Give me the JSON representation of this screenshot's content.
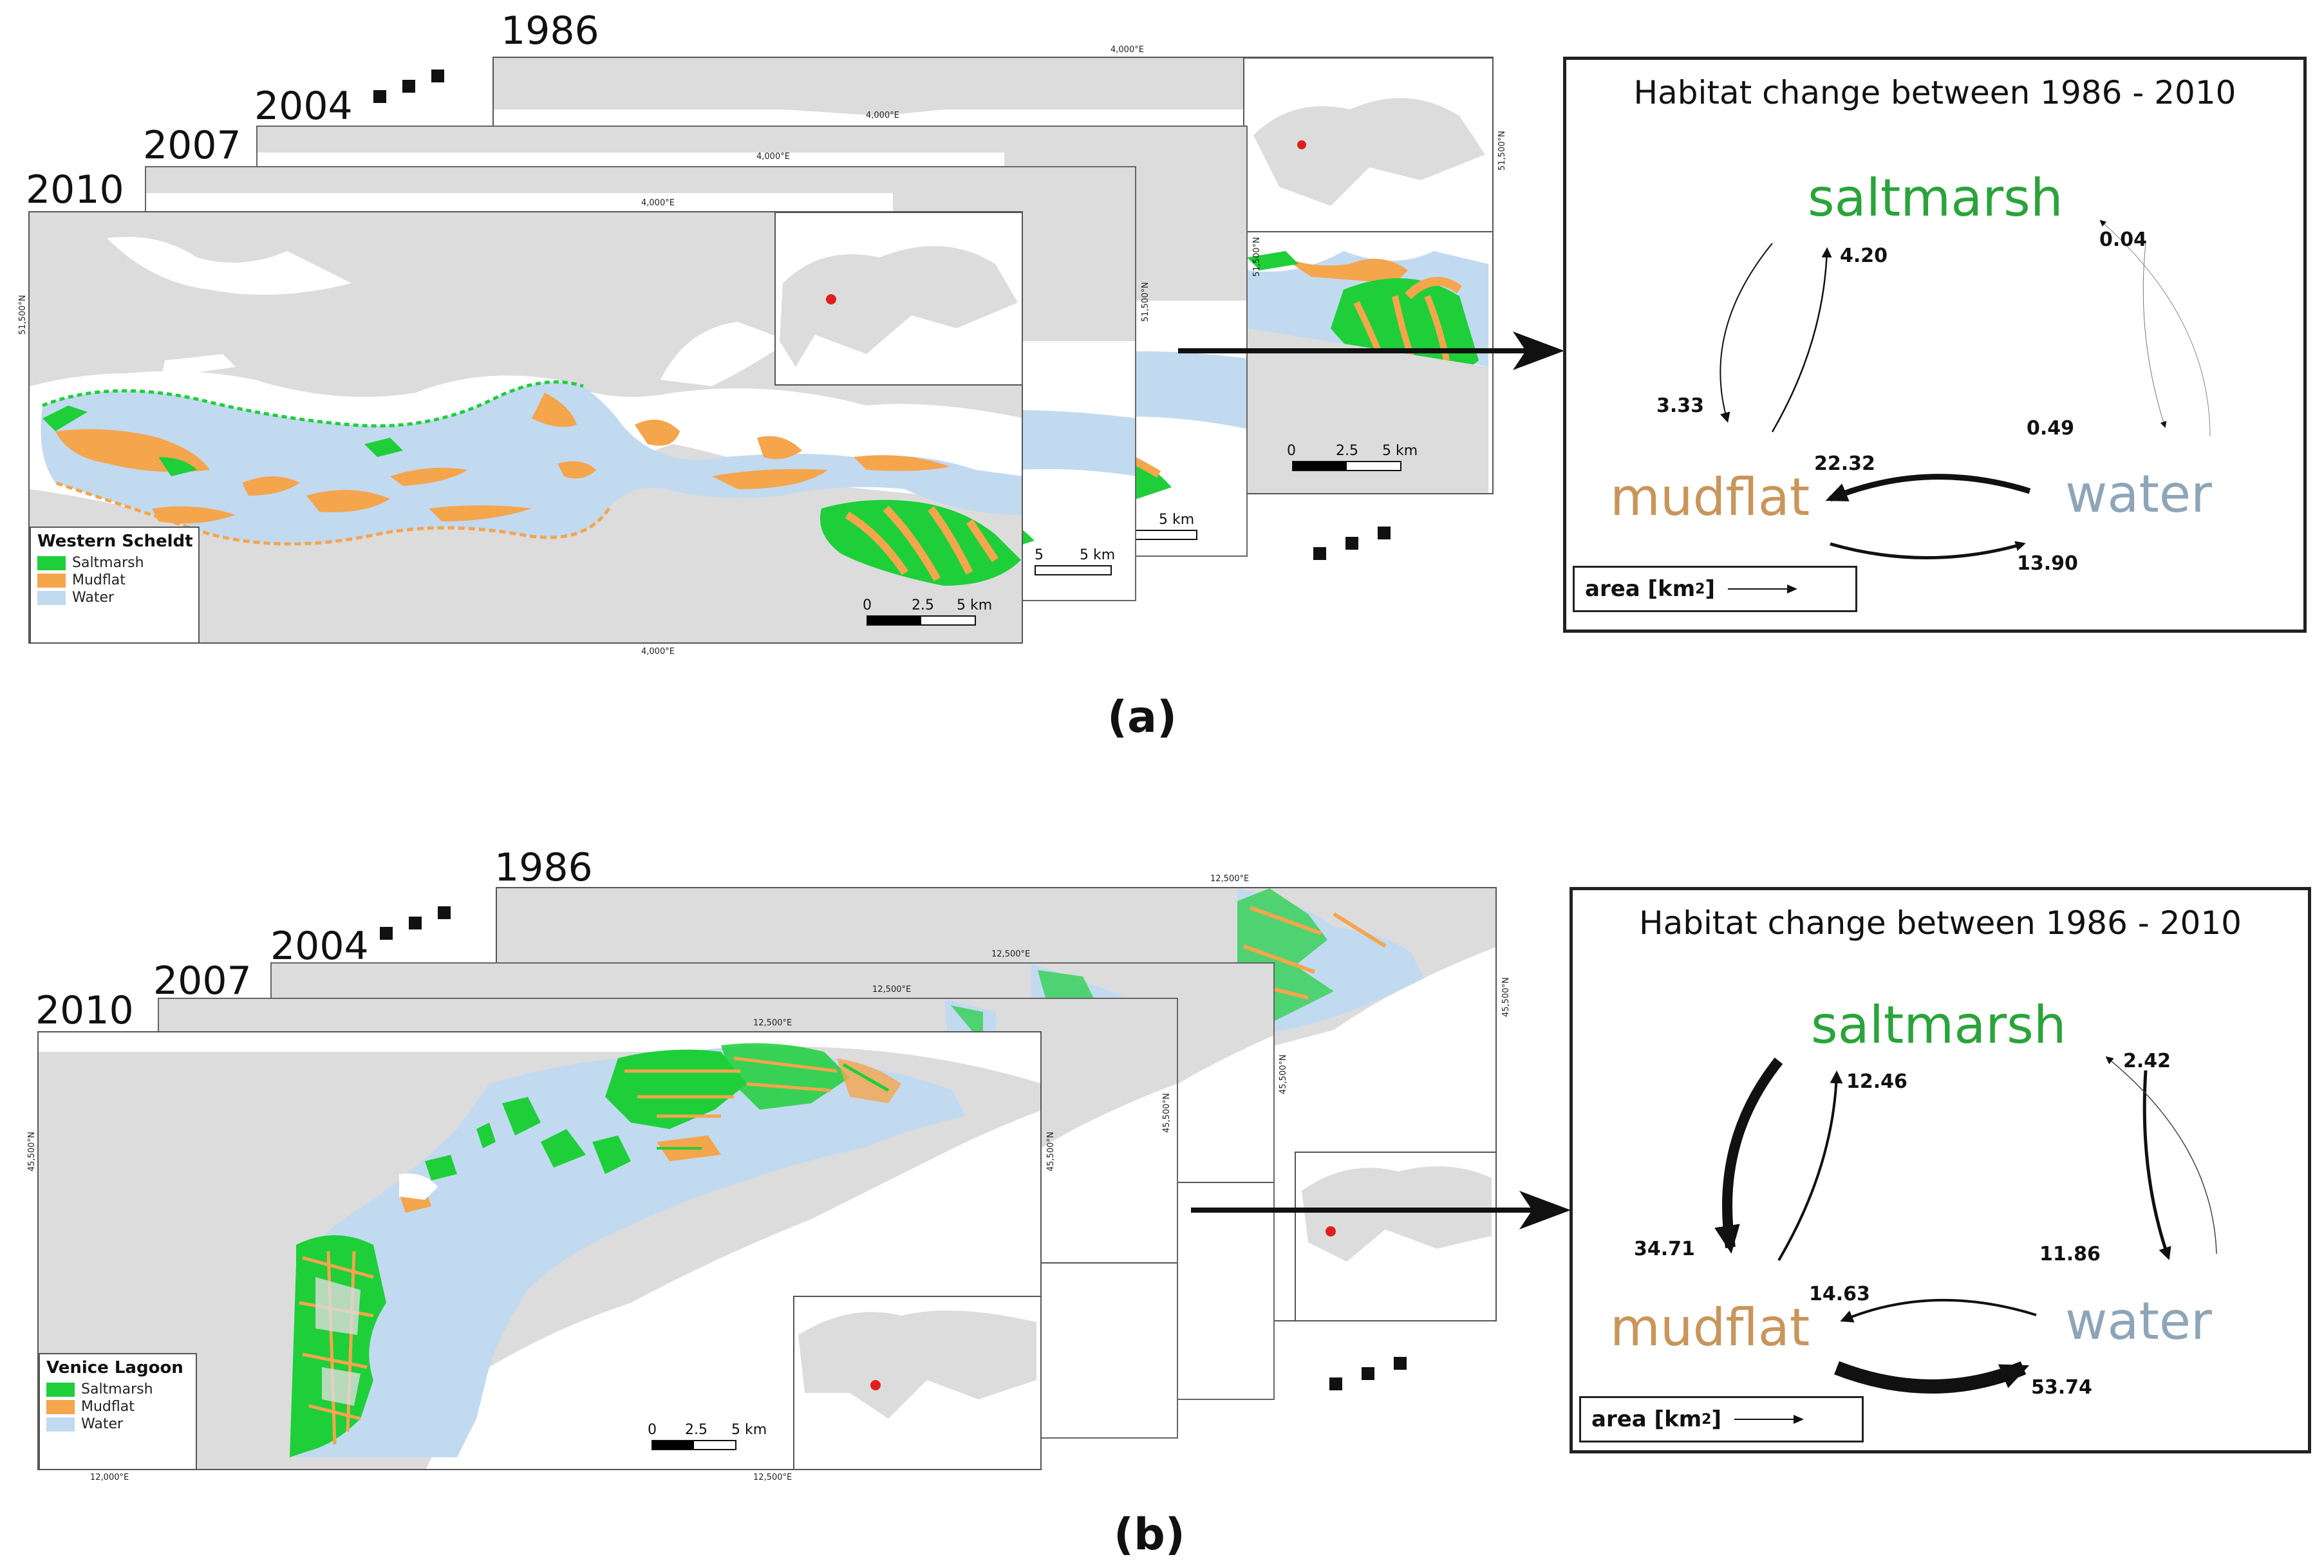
{
  "panel_a": {
    "years": [
      "1986",
      "2004",
      "2007",
      "2010"
    ],
    "coord_lon": "4,000°E",
    "coord_lat": "51,500°N",
    "legend": {
      "title": "Western Scheldt",
      "items": [
        {
          "label": "Saltmarsh",
          "color": "#1ecf3a"
        },
        {
          "label": "Mudflat",
          "color": "#f5a54c"
        },
        {
          "label": "Water",
          "color": "#c2daf0"
        }
      ]
    },
    "scale": {
      "t0": "0",
      "t1": "2.5",
      "t2": "5 km",
      "t1_short": "5",
      "t2_short": "5 km"
    },
    "diagram": {
      "title": "Habitat change between 1986 - 2010",
      "saltmarsh": "saltmarsh",
      "mudflat": "mudflat",
      "water": "water",
      "v_salt_to_mud": "3.33",
      "v_mud_to_salt": "4.20",
      "v_water_to_salt": "0.04",
      "v_salt_to_water": "0.49",
      "v_water_to_mud": "22.32",
      "v_mud_to_water": "13.90",
      "unit_label": "area [km",
      "unit_sup": "2",
      "unit_close": "]"
    },
    "caption": "(a)"
  },
  "panel_b": {
    "years": [
      "1986",
      "2004",
      "2007",
      "2010"
    ],
    "coord_lon": "12,500°E",
    "coord_lon2": "12,000°E",
    "coord_lat": "45,500°N",
    "legend": {
      "title": "Venice Lagoon",
      "items": [
        {
          "label": "Saltmarsh",
          "color": "#1ecf3a"
        },
        {
          "label": "Mudflat",
          "color": "#f5a54c"
        },
        {
          "label": "Water",
          "color": "#c2daf0"
        }
      ]
    },
    "scale": {
      "t0": "0",
      "t1": "2.5",
      "t2": "5 km"
    },
    "diagram": {
      "title": "Habitat change between 1986 - 2010",
      "saltmarsh": "saltmarsh",
      "mudflat": "mudflat",
      "water": "water",
      "v_salt_to_mud": "34.71",
      "v_mud_to_salt": "12.46",
      "v_water_to_salt": "2.42",
      "v_salt_to_water": "11.86",
      "v_water_to_mud": "14.63",
      "v_mud_to_water": "53.74",
      "unit_label": "area [km",
      "unit_sup": "2",
      "unit_close": "]"
    },
    "caption": "(b)"
  },
  "colors": {
    "saltmarsh_text": "#2aa43a",
    "mudflat_text": "#c9955a",
    "water_text": "#8ea5b8",
    "land": "#dcdcdc",
    "inset_dot": "#e02020"
  }
}
